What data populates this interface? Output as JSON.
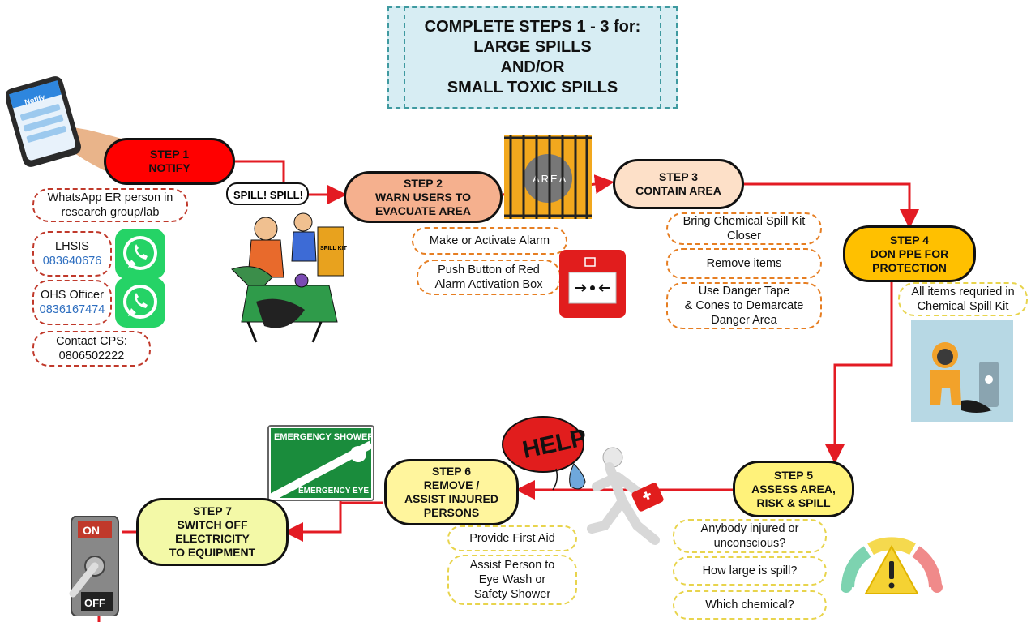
{
  "header": {
    "lines": [
      "COMPLETE STEPS 1 - 3 for:",
      "LARGE SPILLS",
      "AND/OR",
      "SMALL TOXIC SPILLS"
    ]
  },
  "steps": {
    "step1": {
      "title": "STEP 1",
      "label": "NOTIFY",
      "color": "#ff0000"
    },
    "step2": {
      "title": "STEP 2",
      "label_lines": [
        "WARN USERS TO",
        "EVACUATE AREA"
      ],
      "color": "#f5b08e"
    },
    "step3": {
      "title": "STEP 3",
      "label": "CONTAIN AREA",
      "color": "#fde0c8"
    },
    "step4": {
      "title": "STEP 4",
      "label_lines": [
        "DON PPE FOR",
        "PROTECTION"
      ],
      "color": "#ffc000"
    },
    "step5": {
      "title": "STEP 5",
      "label_lines": [
        "ASSESS AREA,",
        "RISK & SPILL"
      ],
      "color": "#fff27a"
    },
    "step6": {
      "title": "STEP 6",
      "label_lines": [
        "REMOVE /",
        "ASSIST INJURED",
        "PERSONS"
      ],
      "color": "#fff59d"
    },
    "step7": {
      "title": "STEP 7",
      "label_lines": [
        "SWITCH OFF",
        "ELECTRICITY",
        "TO EQUIPMENT"
      ],
      "color": "#f3f9a7"
    }
  },
  "notify_notes": {
    "whatsapp": [
      "WhatsApp ER person in",
      "research group/lab"
    ],
    "lhsis": {
      "label": "LHSIS",
      "phone": "083640676"
    },
    "ohs": {
      "label": "OHS Officer",
      "phone": "0836167474"
    },
    "cps": [
      "Contact CPS:",
      "0806502222"
    ]
  },
  "warn_notes": [
    "Make or Activate Alarm",
    "Push Button of Red",
    "Alarm Activation Box"
  ],
  "contain_notes": {
    "bring": [
      "Bring Chemical Spill Kit",
      "Closer"
    ],
    "remove": "Remove items",
    "tape": [
      "Use Danger Tape",
      "& Cones to Demarcate",
      "Danger Area"
    ]
  },
  "ppe_note": [
    "All items requried in",
    "Chemical Spill Kit"
  ],
  "assess_notes": {
    "injured": [
      "Anybody injured or",
      "unconscious?"
    ],
    "size": "How large is spill?",
    "chemical": "Which chemical?"
  },
  "first_aid_notes": {
    "aid": "Provide First Aid",
    "assist": [
      "Assist Person to",
      "Eye Wash or",
      "Safety Shower"
    ]
  },
  "images": {
    "phone_app": "Notify",
    "cartoon_banner": "SPILL! SPILL!",
    "cartoon_kit": "SPILL KIT",
    "area_sign": "AREA",
    "help_balloon": "HELP",
    "shower_sign": {
      "top": "EMERGENCY SHOWER",
      "bottom": "EMERGENCY EYE WASH"
    },
    "switch": {
      "on": "ON",
      "off": "OFF"
    }
  },
  "colors": {
    "arrow": "#e31b23",
    "whatsapp": "#25d366",
    "header_fill": "#d7edf3",
    "header_border": "#3f9aa0"
  }
}
